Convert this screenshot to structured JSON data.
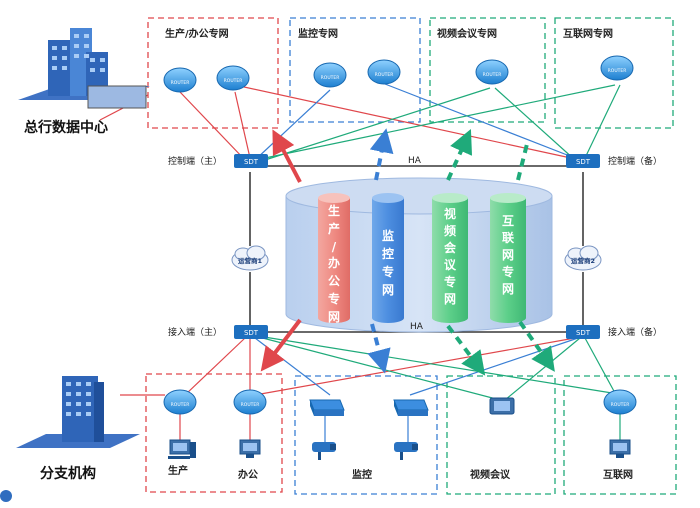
{
  "hq": {
    "label": "总行数据中心"
  },
  "branch": {
    "label": "分支机构"
  },
  "top_zones": [
    {
      "label": "生产/办公专网",
      "color": "#e0474c"
    },
    {
      "label": "监控专网",
      "color": "#3a7fd4"
    },
    {
      "label": "视频会议专网",
      "color": "#1faa7a"
    },
    {
      "label": "互联网专网",
      "color": "#1faa7a"
    }
  ],
  "bottom_zones": [
    {
      "label": "生产",
      "color": "#e0474c"
    },
    {
      "label": "办公",
      "color": "#e0474c"
    },
    {
      "label": "监控",
      "color": "#3a7fd4"
    },
    {
      "label": "视频会议",
      "color": "#1faa7a"
    },
    {
      "label": "互联网",
      "color": "#1faa7a"
    }
  ],
  "controllers": {
    "control_main": "控制端（主）",
    "control_backup": "控制端（备）",
    "access_main": "接入端（主）",
    "access_backup": "接入端（备）"
  },
  "device_labels": {
    "router": "ROUTER",
    "sdt": "SDT"
  },
  "ha_label": "HA",
  "carriers": {
    "left": "运营商1",
    "right": "运营商2"
  },
  "cylinder_pipes": [
    {
      "label": "生产/办公专网",
      "color": "#e0474c"
    },
    {
      "label": "监控专网",
      "color": "#3a7fd4"
    },
    {
      "label": "视频会议专网",
      "color": "#1faa7a"
    },
    {
      "label": "互联网专网",
      "color": "#1faa7a"
    }
  ]
}
